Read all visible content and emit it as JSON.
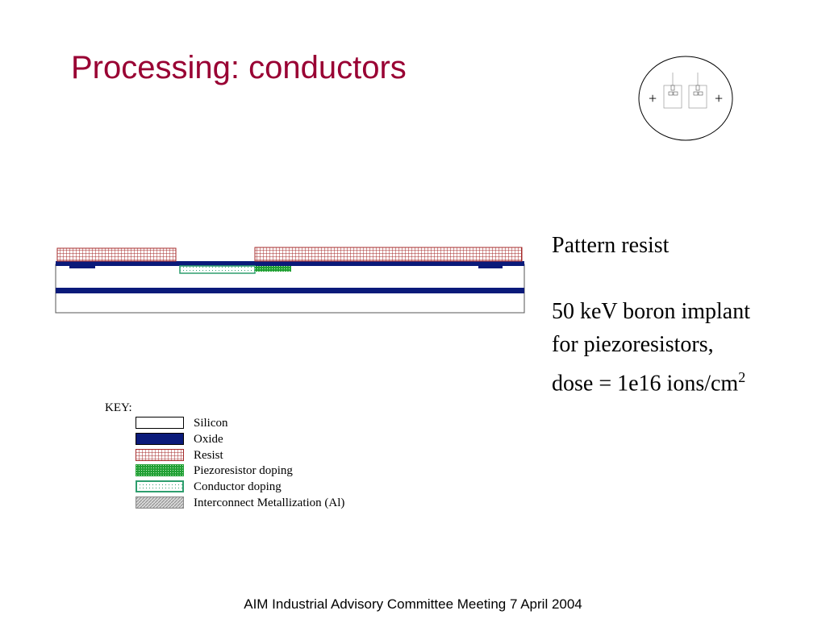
{
  "slide": {
    "title": "Processing: conductors",
    "footer": "AIM Industrial Advisory Committee Meeting 7 April 2004"
  },
  "icon": {
    "plus_left": "+",
    "plus_right": "+"
  },
  "notes": {
    "line1": "Pattern resist",
    "line2": "50 keV boron implant",
    "line3": "for piezoresistors,",
    "line4_prefix": "dose = 1e16 ions/cm",
    "line4_sup": "2"
  },
  "key": {
    "title": "KEY:",
    "items": [
      {
        "label": "Silicon",
        "swatch": "silicon"
      },
      {
        "label": "Oxide",
        "swatch": "oxide"
      },
      {
        "label": "Resist",
        "swatch": "resist"
      },
      {
        "label": "Piezoresistor doping",
        "swatch": "piezo"
      },
      {
        "label": "Conductor doping",
        "swatch": "conductor"
      },
      {
        "label": "Interconnect Metallization (Al)",
        "swatch": "metal"
      }
    ]
  },
  "colors": {
    "title": "#990033",
    "oxide": "#0a1a7a",
    "resist": "#a52a2a",
    "piezo": "#22a035",
    "conductor": "#2e9e6e",
    "metal": "#9a9a9a"
  }
}
